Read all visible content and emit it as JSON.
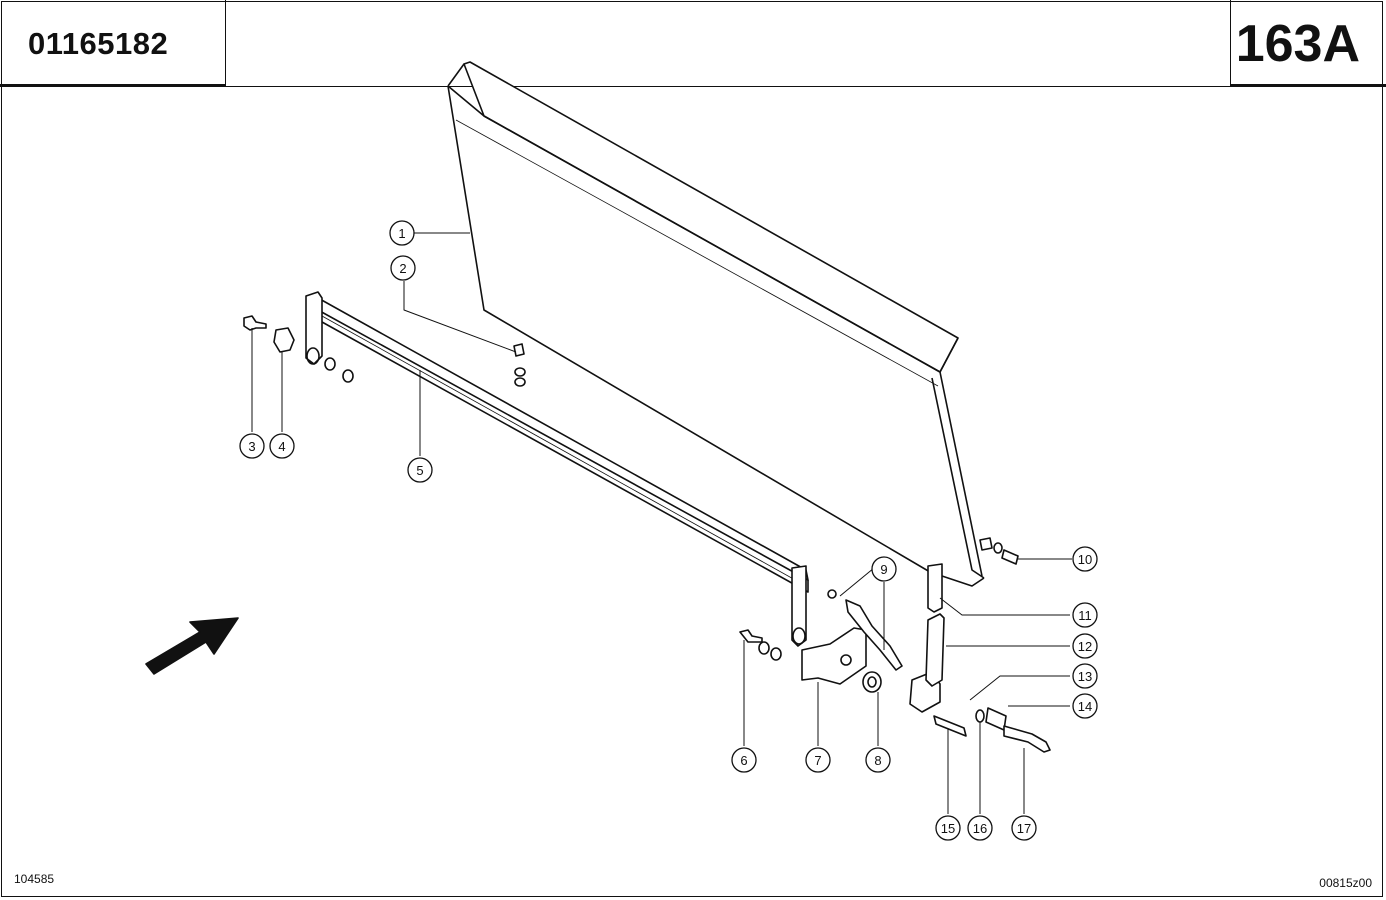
{
  "header": {
    "part_number": "01165182",
    "page_code": "163A"
  },
  "footer": {
    "left_ref": "104585",
    "right_ref": "00815z00"
  },
  "callouts": [
    "1",
    "2",
    "3",
    "4",
    "5",
    "6",
    "7",
    "8",
    "9",
    "10",
    "11",
    "12",
    "13",
    "14",
    "15",
    "16",
    "17"
  ]
}
